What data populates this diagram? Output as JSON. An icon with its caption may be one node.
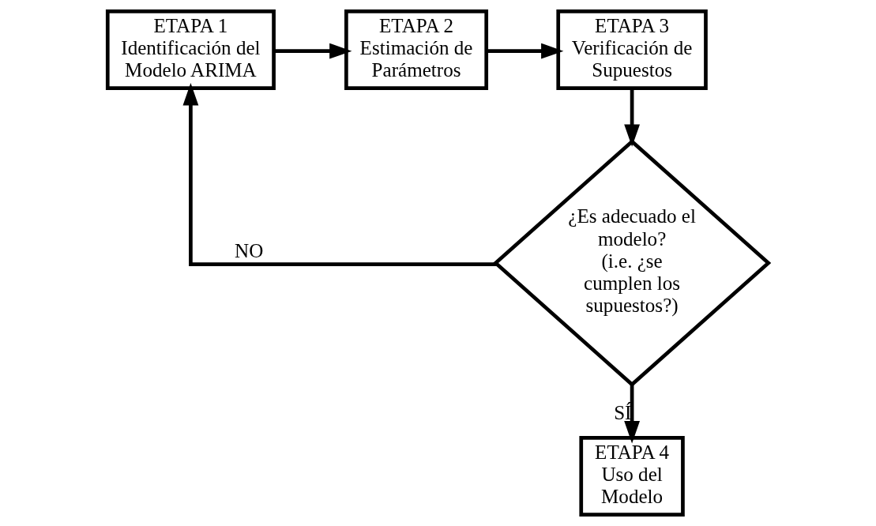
{
  "diagram": {
    "nodes": [
      {
        "text": [
          "ETAPA 1",
          "Identificación del Modelo ARIMA"
        ]
      },
      {
        "text": [
          "ETAPA 2",
          "Estimación de Parámetros"
        ]
      },
      {
        "text": [
          "ETAPA 3",
          "Verificación de Supuestos"
        ]
      },
      {
        "text": [
          "¿Es adecuado el modelo?",
          "(i.e. ¿se cumplen los supuestos?)"
        ]
      },
      {
        "text": [
          "ETAPA 4",
          "Uso del Modelo"
        ]
      }
    ],
    "edges": [
      {
        "from": 0,
        "to": 1,
        "arrow": "to"
      },
      {
        "from": 1,
        "to": 2,
        "arrow": "to"
      },
      {
        "from": 2,
        "to": 3,
        "arrow": "to"
      },
      {
        "from": 3,
        "to": 0,
        "arrow": "to",
        "label": "NO"
      },
      {
        "from": 3,
        "to": 4,
        "arrow": "to",
        "label": "SÍ"
      }
    ]
  }
}
